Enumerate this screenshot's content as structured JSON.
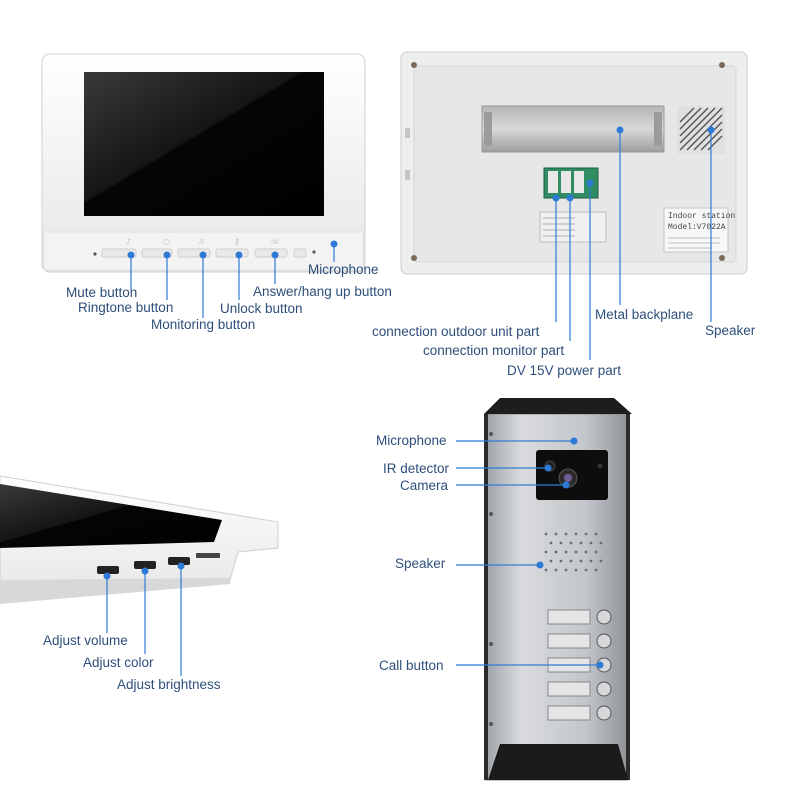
{
  "colors": {
    "accent": "#2e7bd6",
    "label_text": "#2d4f7a",
    "device_white": "#f4f4f4",
    "panel_silver": "#c9ccd1"
  },
  "front_monitor": {
    "labels": {
      "mute": "Mute button",
      "ringtone": "Ringtone button",
      "monitoring": "Monitoring button",
      "unlock": "Unlock button",
      "answer": "Answer/hang up button",
      "microphone": "Microphone"
    },
    "button_icons": [
      "bell-icon",
      "bulb-icon",
      "person-icon",
      "key-icon",
      "phone-icon"
    ]
  },
  "back_monitor": {
    "plate_lines": [
      "Indoor station",
      "Model:V7022A"
    ],
    "labels": {
      "metal_backplane": "Metal backplane",
      "speaker": "Speaker",
      "outdoor_unit": "connection outdoor unit part",
      "monitor": "connection monitor part",
      "power": "DV 15V power part"
    }
  },
  "side_monitor": {
    "labels": {
      "volume": "Adjust volume",
      "color": "Adjust color",
      "brightness": "Adjust brightness"
    }
  },
  "door_panel": {
    "labels": {
      "microphone": "Microphone",
      "ir_detector": "IR detector",
      "camera": "Camera",
      "speaker": "Speaker",
      "call_button": "Call button"
    },
    "call_button_count": 5
  }
}
